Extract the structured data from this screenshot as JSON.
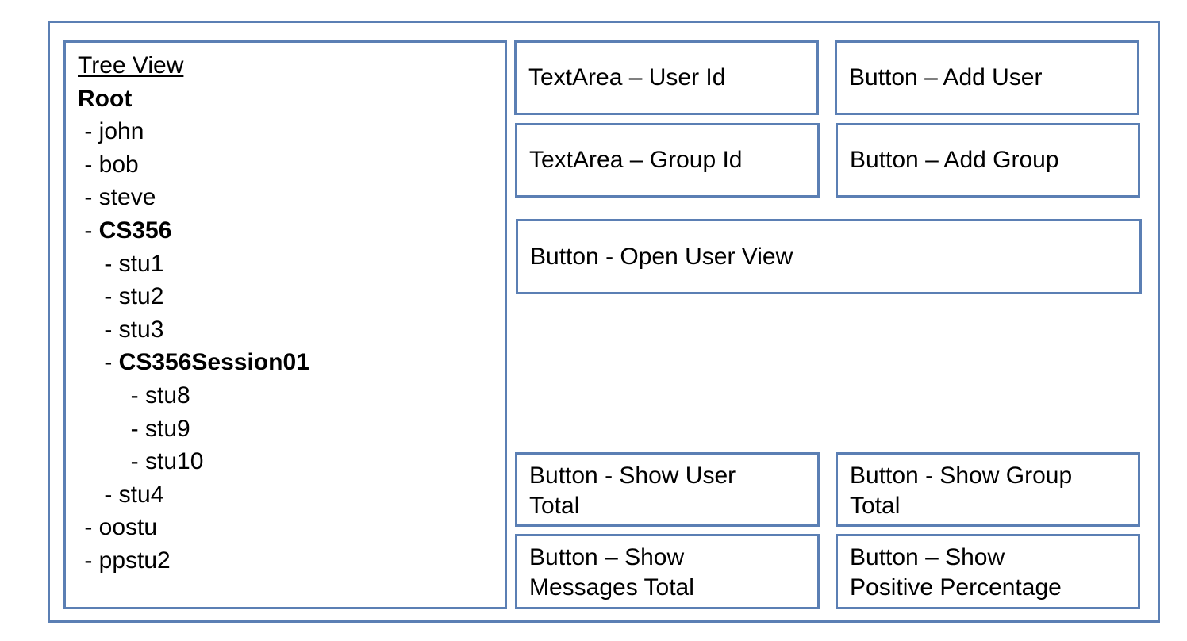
{
  "colors": {
    "border": "#5b7fb4",
    "background": "#ffffff",
    "text": "#000000"
  },
  "tree": {
    "title": "Tree View",
    "root": "Root",
    "items": [
      {
        "prefix": " - ",
        "label": "john",
        "bold": false,
        "depth": 0
      },
      {
        "prefix": " - ",
        "label": "bob",
        "bold": false,
        "depth": 0
      },
      {
        "prefix": " - ",
        "label": "steve",
        "bold": false,
        "depth": 0
      },
      {
        "prefix": " - ",
        "label": "CS356",
        "bold": true,
        "depth": 0
      },
      {
        "prefix": "    - ",
        "label": "stu1",
        "bold": false,
        "depth": 1
      },
      {
        "prefix": "    - ",
        "label": "stu2",
        "bold": false,
        "depth": 1
      },
      {
        "prefix": "    - ",
        "label": "stu3",
        "bold": false,
        "depth": 1
      },
      {
        "prefix": "    - ",
        "label": "CS356Session01",
        "bold": true,
        "depth": 1
      },
      {
        "prefix": "        - ",
        "label": "stu8",
        "bold": false,
        "depth": 2
      },
      {
        "prefix": "        - ",
        "label": "stu9",
        "bold": false,
        "depth": 2
      },
      {
        "prefix": "        - ",
        "label": "stu10",
        "bold": false,
        "depth": 2
      },
      {
        "prefix": "    - ",
        "label": "stu4",
        "bold": false,
        "depth": 1
      },
      {
        "prefix": " - ",
        "label": "oostu",
        "bold": false,
        "depth": 0
      },
      {
        "prefix": " - ",
        "label": "ppstu2",
        "bold": false,
        "depth": 0
      }
    ]
  },
  "controls": {
    "user_id_textarea": "TextArea – User Id",
    "add_user_button": "Button – Add User",
    "group_id_textarea": "TextArea – Group Id",
    "add_group_button": "Button – Add Group",
    "open_user_view_button": "Button - Open User View",
    "show_user_total_button": [
      "Button - Show User",
      "Total"
    ],
    "show_group_total_button": [
      "Button - Show Group",
      "Total"
    ],
    "show_messages_total_button": [
      "Button – Show",
      "Messages Total"
    ],
    "show_positive_percentage_button": [
      "Button – Show",
      "Positive Percentage"
    ]
  }
}
